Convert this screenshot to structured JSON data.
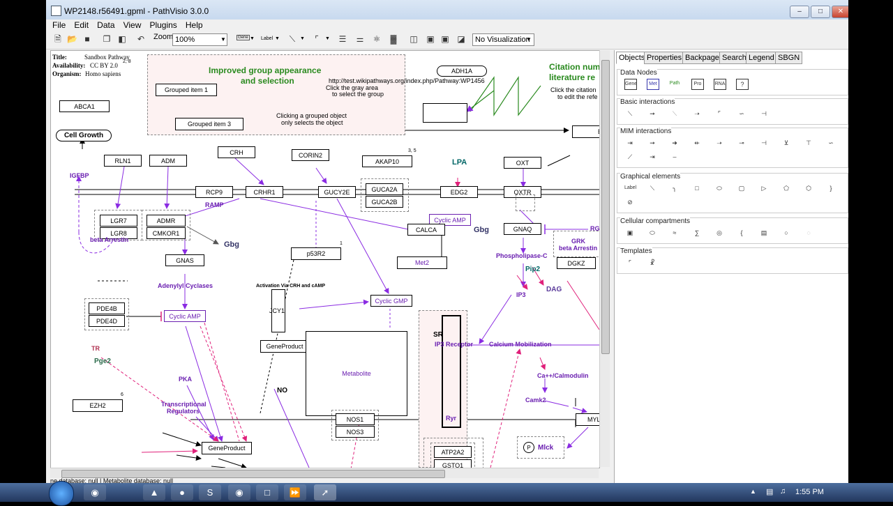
{
  "window": {
    "title": "WP2148.r56491.gpml - PathVisio 3.0.0",
    "controls": [
      "–",
      "□",
      "✕"
    ]
  },
  "menu": [
    "File",
    "Edit",
    "Data",
    "View",
    "Plugins",
    "Help"
  ],
  "toolbar": {
    "zoom_label": "Zoom:",
    "zoom_value": "100%",
    "gene_label": "Gene",
    "label_label": "Label",
    "visualization": "No Visualization"
  },
  "info": {
    "title_key": "Title:",
    "title_val": "Sandbox Pathway",
    "avail_key": "Availability:",
    "avail_val": "CC BY 2.0",
    "avail_sup": "2, 8",
    "org_key": "Organism:",
    "org_val": "Homo sapiens"
  },
  "pathway": {
    "group_title_1": "Improved group appearance",
    "group_title_2": "and selection",
    "grouped_item_1": "Grouped item 1",
    "grouped_item_3": "Grouped item 3",
    "group_note_1": "Clicking a grouped object",
    "group_note_2": "only selects the object",
    "url_text": "http://test.wikipathways.org/index.php/Pathway:WP1456",
    "click_gray_1": "Click the gray area",
    "click_gray_2": "to select the group",
    "adh1a": "ADH1A",
    "citation_1": "Citation num",
    "citation_2": "literature re",
    "click_citation_1": "Click the citation",
    "click_citation_2": "to edit the refe",
    "abca1": "ABCA1",
    "cell_growth": "Cell Growth",
    "igfbp": "IGFBP",
    "rln1": "RLN1",
    "adm": "ADM",
    "crh": "CRH",
    "corin2": "CORIN2",
    "akap10": "AKAP10",
    "akap10_sup": "3, 5",
    "lpa": "LPA",
    "oxt": "OXT",
    "rcp9": "RCP9",
    "crhr1": "CRHR1",
    "gucy2e": "GUCY2E",
    "guca2a": "GUCA2A",
    "guca2b": "GUCA2B",
    "edg2": "EDG2",
    "oxtr": "OXTR",
    "ramp": "RAMP",
    "lgr7": "LGR7",
    "lgr8": "LGR8",
    "admr": "ADMR",
    "cmkor1": "CMKOR1",
    "beta_arrestin": "beta Arrestin",
    "gbg1": "Gbg",
    "cyclic_amp_1": "Cyclic AMP",
    "calca": "CALCA",
    "gbg2": "Gbg",
    "gnaq": "GNAQ",
    "grk_1": "GRK",
    "grk_2": "beta Arrestin",
    "rg": "RG",
    "gnas": "GNAS",
    "p53r2": "p53R2",
    "p53r2_sup": "1",
    "met2": "Met2",
    "phospholipase": "Phospholipase-C",
    "dgkz": "DGKZ",
    "pip2": "Pip2",
    "dag": "DAG",
    "adenylyl": "Adenylyl Cyclases",
    "activation": "Activation Via CRH and cAMP",
    "ip3": "IP3",
    "pde4b": "PDE4B",
    "pde4d": "PDE4D",
    "cyclic_amp_2": "Cyclic AMP",
    "jcy1": "JCY1",
    "cyclic_gmp": "Cyclic GMP",
    "sr": "SR",
    "ip3_receptor": "IP3 Receptor",
    "calcium_mob": "Calcium Mobilization",
    "tr": "TR",
    "gene_product_1": "GeneProduct",
    "metabolite": "Metabolite",
    "pge2": "Pge2",
    "ca_calmodulin": "Ca++/Calmodulin",
    "pka": "PKA",
    "no": "NO",
    "ezh2": "EZH2",
    "ezh2_sup": "6",
    "camk2": "Camk2",
    "transcriptional_1": "Transcriptional",
    "transcriptional_2": "Regulators",
    "nos1": "NOS1",
    "nos3": "NOS3",
    "ryr": "Ryr",
    "myl": "MYL",
    "gene_product_2": "GeneProduct",
    "atp2a2": "ATP2A2",
    "gsto1": "GSTO1",
    "mlck_p": "P",
    "mlck": "Mlck",
    "b_node": "B"
  },
  "status_text": "ne database: null | Metabolite database: null",
  "side": {
    "tabs": [
      "Objects",
      "Properties",
      "Backpage",
      "Search",
      "Legend",
      "SBGN"
    ],
    "sections": {
      "data_nodes": "Data Nodes",
      "basic_interactions": "Basic interactions",
      "mim_interactions": "MIM interactions",
      "graphical_elements": "Graphical elements",
      "cellular_compartments": "Cellular compartments",
      "templates": "Templates"
    },
    "data_node_icons": [
      "Gene",
      "Met",
      "Path",
      "Pro",
      "RNA",
      "?"
    ],
    "graphic_label": "Label"
  },
  "taskbar": {
    "time": "1:55 PM"
  }
}
